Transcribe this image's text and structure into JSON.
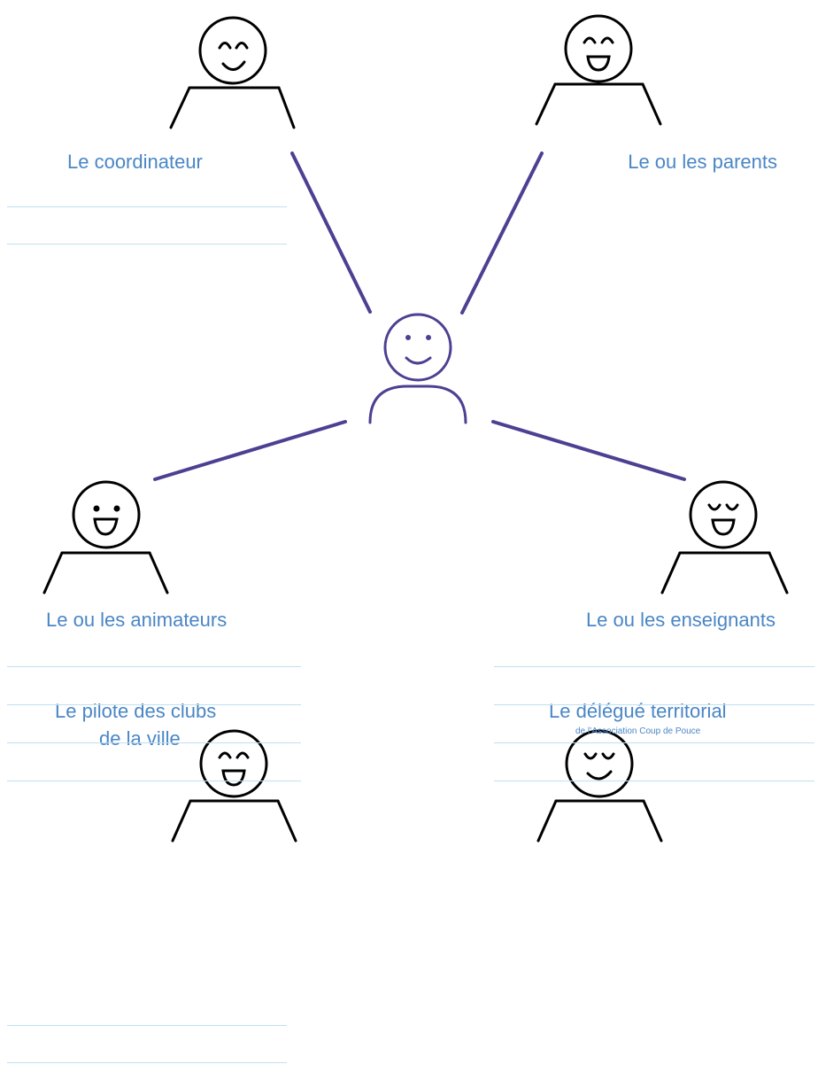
{
  "nodes": {
    "child": {
      "label": ""
    },
    "coordinator": {
      "label": "Le coordinateur"
    },
    "parents": {
      "label": "Le ou les parents"
    },
    "animators": {
      "label": "Le ou les animateurs"
    },
    "teachers": {
      "label": "Le ou les enseignants"
    },
    "pilot": {
      "label_line1": "Le pilote des clubs",
      "label_line2": "de la ville"
    },
    "delegate": {
      "label": "Le délégué territorial",
      "sublabel": "de l’Association Coup de Pouce"
    }
  },
  "colors": {
    "label_text": "#4a86c5",
    "connector": "#4f3f92",
    "figure_outline": "#000000",
    "child_outline": "#4f3f92",
    "writing_line": "#bfe0f0"
  },
  "icons": {
    "coordinator": "smiling-person-icon",
    "parents": "laughing-person-icon",
    "animators": "happy-person-icon",
    "teachers": "content-person-icon",
    "pilot": "laughing-person-icon",
    "delegate": "content-person-icon",
    "child": "child-icon"
  }
}
